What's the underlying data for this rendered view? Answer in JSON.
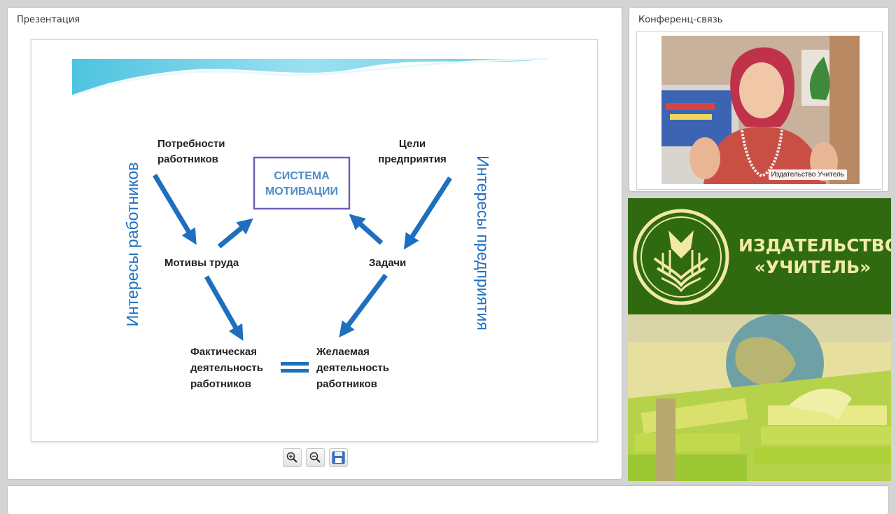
{
  "presentation_panel": {
    "title": "Презентация"
  },
  "slide": {
    "left_side_label": "Интересы работников",
    "right_side_label": "Интересы предприятия",
    "center_box": [
      "СИСТЕМА",
      "МОТИВАЦИИ"
    ],
    "needs": [
      "Потребности",
      "работников"
    ],
    "goals": [
      "Цели",
      "предприятия"
    ],
    "motives": "Мотивы труда",
    "tasks": "Задачи",
    "actual": [
      "Фактическая",
      "деятельность",
      "работников"
    ],
    "desired": [
      "Желаемая",
      "деятельность",
      "работников"
    ],
    "accent_color": "#1e6fbf"
  },
  "toolbar": {
    "zoom_in_icon": "magnifier-plus-icon",
    "zoom_out_icon": "magnifier-minus-icon",
    "save_icon": "floppy-disk-icon"
  },
  "conference_panel": {
    "title": "Конференц-связь",
    "video_label": "Издательство Учитель"
  },
  "brand": {
    "name_line1": "ИЗДАТЕЛЬСТВО",
    "name_line2": "«УЧИТЕЛЬ»",
    "color": "#2f6a10"
  }
}
